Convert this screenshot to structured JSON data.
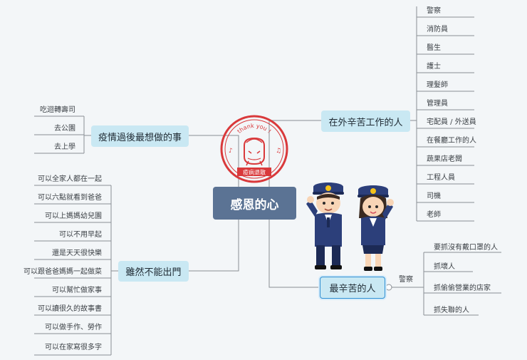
{
  "central": {
    "label": "感恩的心"
  },
  "topics": {
    "work": {
      "label": "在外辛苦工作的人",
      "items": [
        "警察",
        "消防員",
        "醫生",
        "護士",
        "理髮師",
        "管理員",
        "宅配員 / 外送員",
        "在餐廳工作的人",
        "蔬果店老闆",
        "工程人員",
        "司機",
        "老師"
      ]
    },
    "after": {
      "label": "疫情過後最想做的事",
      "items": [
        "吃迴轉壽司",
        "去公園",
        "去上學"
      ]
    },
    "stay": {
      "label": "雖然不能出門",
      "items": [
        "可以全家人都在一起",
        "可以六點就看到爸爸",
        "可以上媽媽幼兒園",
        "可以不用早起",
        "還是天天很快樂",
        "可以跟爸爸媽媽一起做菜",
        "可以幫忙做家事",
        "可以讀很久的故事書",
        "可以做手作、勞作",
        "可以在家寫很多字"
      ]
    },
    "hard": {
      "label": "最辛苦的人",
      "sublabel": "警察",
      "items": [
        "要抓沒有戴口罩的人",
        "抓壞人",
        "抓偷偷營業的店家",
        "抓失聯的人"
      ]
    }
  },
  "stamp": {
    "top_text": "thank you !",
    "bottom_text": "疫病退散"
  },
  "colors": {
    "background": "#f3f6f8",
    "central": "#5b7394",
    "topic": "#c9e8f3",
    "line": "#8a8f95",
    "stamp": "#d9393b",
    "selection": "#2f8fd3"
  },
  "illustration": {
    "name": "police-officers-saluting"
  }
}
